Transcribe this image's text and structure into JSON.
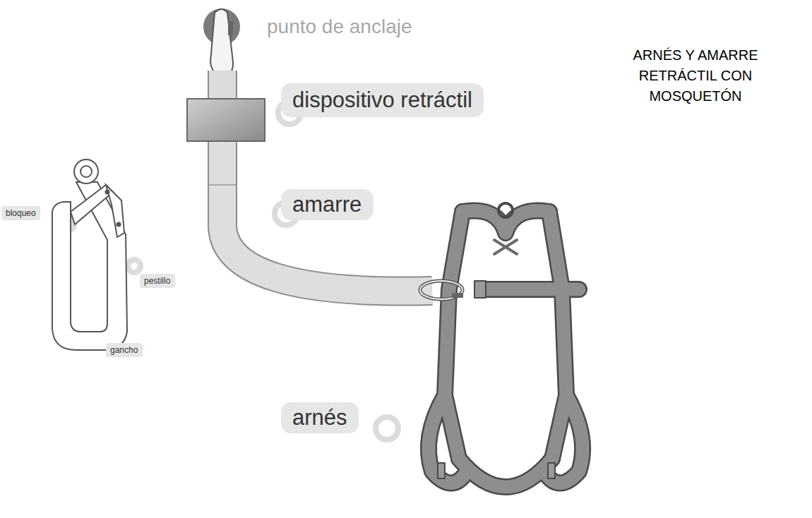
{
  "diagram": {
    "title": "ARNÉS Y AMARRE RETRÁCTIL CON MOSQUETÓN",
    "nodes": [
      {
        "text": [
          "dispositivo retráctil"
        ]
      },
      {
        "text": [
          "amarre"
        ]
      },
      {
        "text": [
          "bloqueo"
        ]
      },
      {
        "text": [
          "pestillo"
        ]
      },
      {
        "text": [
          "gancho"
        ]
      },
      {
        "text": [
          "arnés"
        ]
      }
    ],
    "labels": [
      "punto de anclaje"
    ]
  }
}
